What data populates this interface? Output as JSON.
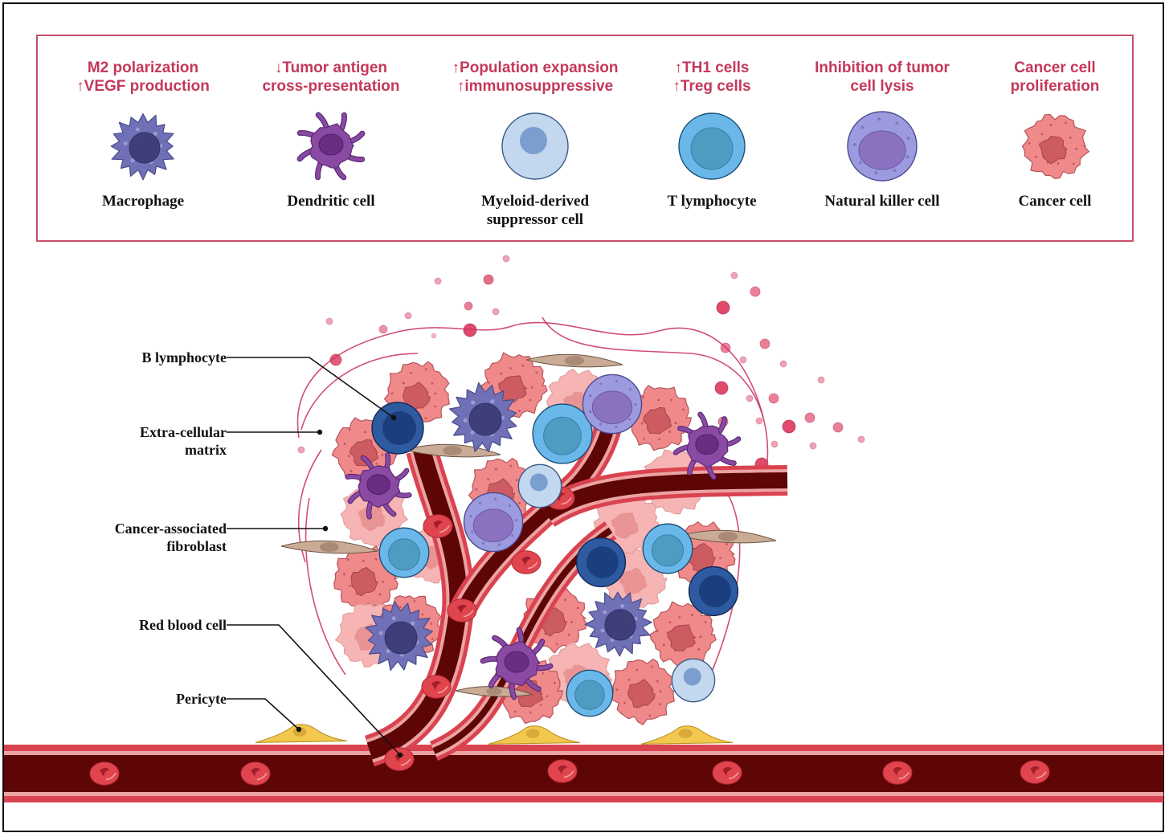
{
  "figure": {
    "legend": [
      {
        "effect": "M2 polarization\n↑VEGF production",
        "name": "Macrophage",
        "cell_type": "macrophage"
      },
      {
        "effect": "↓Tumor antigen\ncross-presentation",
        "name": "Dendritic cell",
        "cell_type": "dendritic"
      },
      {
        "effect": "↑Population expansion\n↑immunosuppressive",
        "name": "Myeloid-derived\nsuppressor cell",
        "cell_type": "mdsc"
      },
      {
        "effect": "↑TH1 cells\n↑Treg cells",
        "name": "T lymphocyte",
        "cell_type": "tcell"
      },
      {
        "effect": "Inhibition of tumor\ncell lysis",
        "name": "Natural killer cell",
        "cell_type": "nk"
      },
      {
        "effect": "Cancer cell\nproliferation",
        "name": "Cancer cell",
        "cell_type": "cancer"
      }
    ],
    "callouts": [
      {
        "label": "B lymphocyte",
        "target": "bcell"
      },
      {
        "label": "Extra-cellular\nmatrix",
        "target": "ecm"
      },
      {
        "label": "Cancer-associated\nfibroblast",
        "target": "fibroblast"
      },
      {
        "label": "Red blood cell",
        "target": "rbc"
      },
      {
        "label": "Pericyte",
        "target": "pericyte"
      }
    ],
    "colors": {
      "effect_text": "#c4385a",
      "legend_border": "#c8506c",
      "vessel_lumen": "#5e0506",
      "vessel_wall": "#d9434f",
      "vessel_inner": "#eba3a3",
      "rbc": "#e0454e",
      "macrophage": "#6f70b5",
      "macrophage_nucleus": "#3e3f7a",
      "dendritic": "#8a4aa3",
      "dendritic_nucleus": "#6a2d82",
      "mdsc": "#c3d7ef",
      "mdsc_nucleus": "#7a9fcf",
      "tcell": "#6ab8ea",
      "tcell_nucleus": "#4d9cc2",
      "bcell": "#2e5aa0",
      "bcell_nucleus": "#1b3f7e",
      "nk": "#9d9be0",
      "nk_nucleus": "#8a72c0",
      "cancer": "#f08a8a",
      "cancer_light": "#f6b4b4",
      "cancer_nucleus": "#cc5c62",
      "fibroblast": "#c9ab96",
      "pericyte": "#f3c84e",
      "particle": "#e04a6c",
      "ecm_fiber": "#c8305e"
    }
  }
}
